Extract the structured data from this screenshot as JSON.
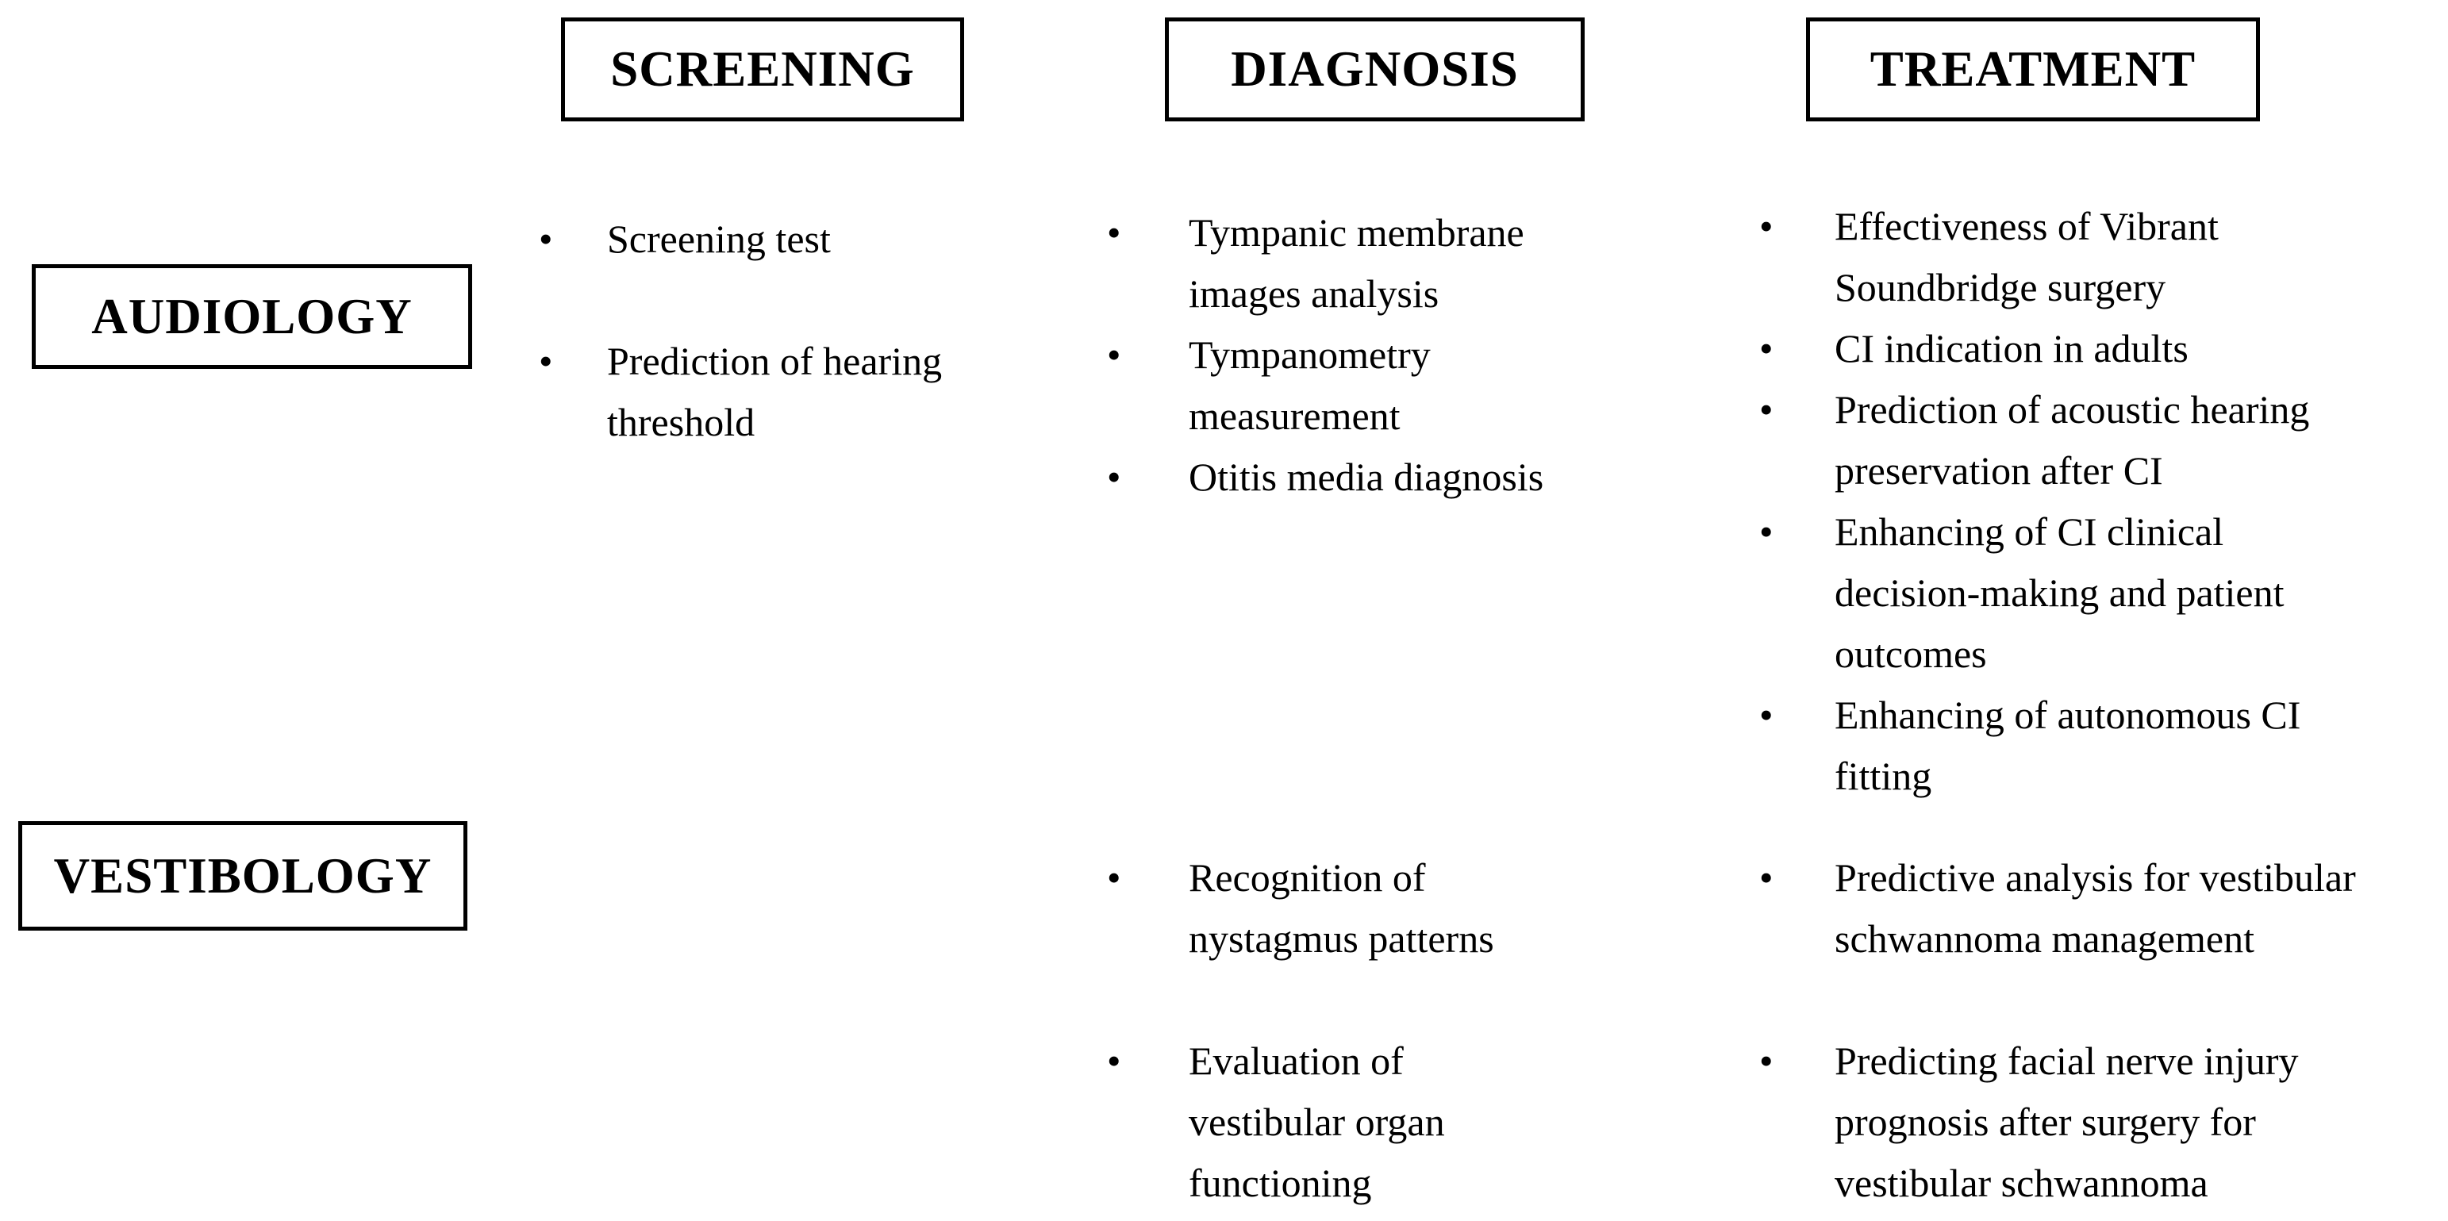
{
  "figure": {
    "background": "#ffffff",
    "ink": "#000000",
    "bullet_char": "•",
    "column_headers": [
      {
        "label": "SCREENING"
      },
      {
        "label": "DIAGNOSIS"
      },
      {
        "label": "TREATMENT"
      }
    ],
    "row_headers": [
      {
        "label": "AUDIOLOGY"
      },
      {
        "label": "VESTIBOLOGY"
      }
    ],
    "cells": {
      "audiology_screening": {
        "row": "AUDIOLOGY",
        "column": "SCREENING",
        "items": [
          "Screening test",
          "Prediction of hearing\nthreshold"
        ]
      },
      "audiology_diagnosis": {
        "row": "AUDIOLOGY",
        "column": "DIAGNOSIS",
        "items": [
          "Tympanic membrane\nimages analysis",
          "Tympanometry\nmeasurement",
          "Otitis media diagnosis"
        ]
      },
      "audiology_treatment": {
        "row": "AUDIOLOGY",
        "column": "TREATMENT",
        "items": [
          "Effectiveness of Vibrant\nSoundbridge surgery",
          "CI indication in adults",
          "Prediction of acoustic hearing\npreservation after CI",
          "Enhancing of CI clinical\ndecision-making and patient\noutcomes",
          "Enhancing of autonomous CI\nfitting"
        ]
      },
      "vestibology_screening": {
        "row": "VESTIBOLOGY",
        "column": "SCREENING",
        "items": []
      },
      "vestibology_diagnosis": {
        "row": "VESTIBOLOGY",
        "column": "DIAGNOSIS",
        "items": [
          "Recognition of\nnystagmus patterns",
          "Evaluation of\nvestibular organ\nfunctioning"
        ]
      },
      "vestibology_treatment": {
        "row": "VESTIBOLOGY",
        "column": "TREATMENT",
        "items": [
          "Predictive analysis for vestibular\nschwannoma management",
          "Predicting facial nerve injury\nprognosis after surgery for\nvestibular schwannoma"
        ]
      }
    }
  }
}
